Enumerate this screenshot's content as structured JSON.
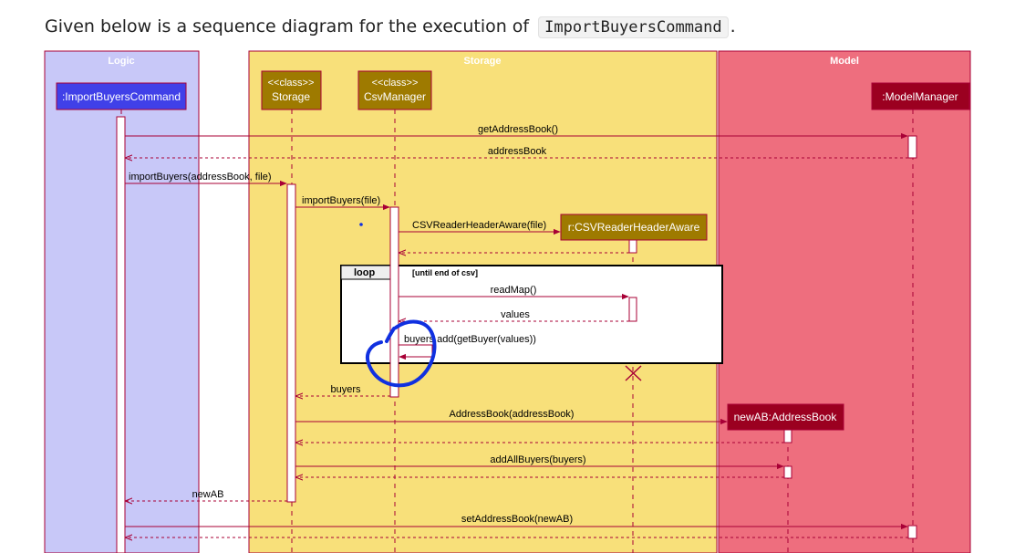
{
  "intro": {
    "prefix": "Given below is a sequence diagram for the execution of",
    "code": "ImportBuyersCommand",
    "suffix": "."
  },
  "colors": {
    "logic_box": "#C8C8F8",
    "storage_box": "#F8E07A",
    "model_box": "#EE6E7E",
    "logic_participant": "#4040E8",
    "storage_participant": "#9E7A00",
    "model_participant": "#9B0020",
    "arrow": "#A80036",
    "annotation": "#1030E0"
  },
  "boxes": {
    "logic": "Logic",
    "storage": "Storage",
    "model": "Model"
  },
  "participants": {
    "import_cmd": ":ImportBuyersCommand",
    "storage_stereo": "<<class>>",
    "storage_name": "Storage",
    "csv_stereo": "<<class>>",
    "csv_name": "CsvManager",
    "reader": "r:CSVReaderHeaderAware",
    "new_ab": "newAB:AddressBook",
    "model_manager": ":ModelManager"
  },
  "messages": {
    "get_address_book": "getAddressBook()",
    "address_book": "addressBook",
    "import_buyers_cmd": "importBuyers(addressBook, file)",
    "import_buyers": "importBuyers(file)",
    "csv_reader": "CSVReaderHeaderAware(file)",
    "read_map": "readMap()",
    "values": "values",
    "add_buyer": "buyers.add(getBuyer(values))",
    "buyers": "buyers",
    "address_book_ctor": "AddressBook(addressBook)",
    "add_all_buyers": "addAllBuyers(buyers)",
    "new_ab": "newAB",
    "set_address_book": "setAddressBook(newAB)"
  },
  "loop": {
    "keyword": "loop",
    "guard": "[until end of csv]"
  }
}
